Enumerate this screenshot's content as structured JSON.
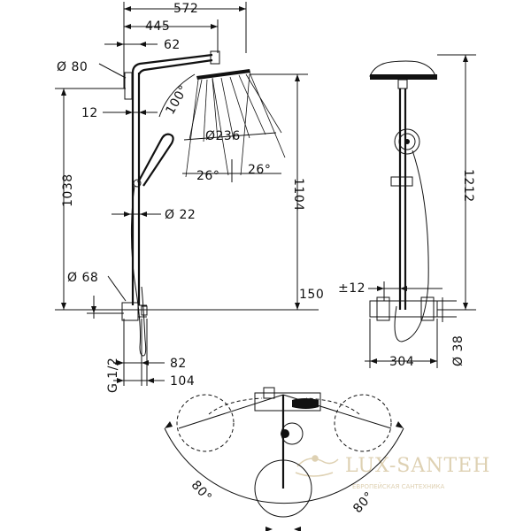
{
  "side_view": {
    "dims": {
      "overall_width": "572",
      "arm_length": "445",
      "top_offset": "62",
      "head_dia": "Ø 80",
      "pipe_offset": "12",
      "spray_angle": "100°",
      "rain_dia": "Ø236",
      "angle_left": "26°",
      "angle_right": "26°",
      "height_1038": "1038",
      "height_1104": "1104",
      "hose_dia": "Ø 22",
      "mixer_dia": "Ø 68",
      "bottom_150": "150",
      "connection": "G 1/2",
      "width_82": "82",
      "width_104": "104"
    }
  },
  "front_view": {
    "dims": {
      "offset": "±12",
      "height_1212": "1212",
      "width_304": "304",
      "dia_38": "Ø 38"
    }
  },
  "top_view": {
    "dims": {
      "angle_left": "80°",
      "angle_right": "80°"
    }
  },
  "watermark": {
    "brand": "LUX-SANTEH",
    "tagline": "ЕВРОПЕЙСКАЯ САНТЕХНИКА"
  }
}
